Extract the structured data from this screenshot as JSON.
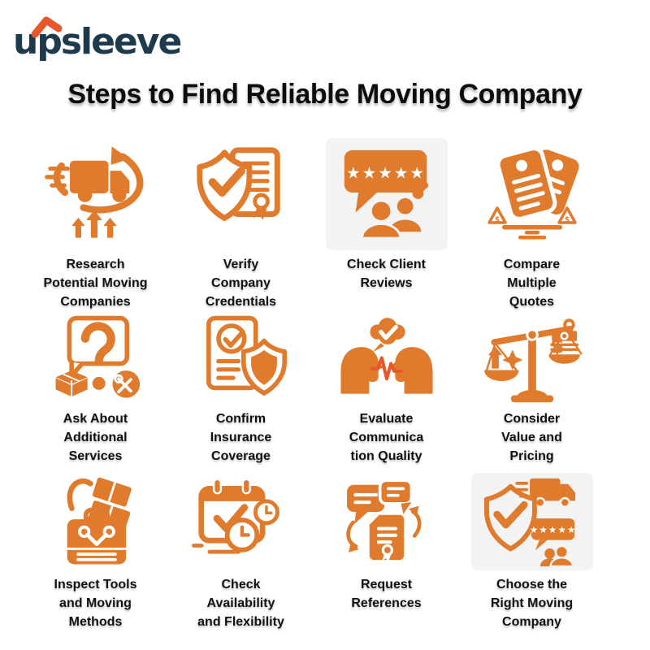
{
  "brand": {
    "logo_text": "upsleeve",
    "logo_color": "#1E3A4D",
    "logo_caret_color": "#E8572B"
  },
  "title": "Steps to Find Reliable Moving Company",
  "theme": {
    "icon_color": "#E07A2C",
    "background": "#FFFFFF",
    "caption_color": "#121212",
    "tile_background": "#F3F3F3"
  },
  "steps": [
    {
      "icon": "moving-truck-research-icon",
      "lines": [
        "Research",
        "Potential Moving",
        "Companies"
      ]
    },
    {
      "icon": "shield-certificate-icon",
      "lines": [
        "Verify",
        "Company",
        "Credentials"
      ]
    },
    {
      "icon": "review-stars-people-icon",
      "lines": [
        "Check Client",
        "Reviews"
      ]
    },
    {
      "icon": "price-tags-scale-icon",
      "lines": [
        "Compare",
        "Multiple",
        "Quotes"
      ]
    },
    {
      "icon": "question-box-tools-icon",
      "lines": [
        "Ask About",
        "Additional",
        "Services"
      ]
    },
    {
      "icon": "document-shield-icon",
      "lines": [
        "Confirm",
        "Insurance",
        "Coverage"
      ]
    },
    {
      "icon": "heads-conversation-icon",
      "lines": [
        "Evaluate",
        "Communica",
        "tion Quality"
      ]
    },
    {
      "icon": "balance-money-icon",
      "lines": [
        "Consider",
        "Value and",
        "Pricing"
      ]
    },
    {
      "icon": "toolbox-dolly-icon",
      "lines": [
        "Inspect Tools",
        "and Moving",
        "Methods"
      ]
    },
    {
      "icon": "calendar-clock-icon",
      "lines": [
        "Check",
        "Availability",
        "and Flexibility"
      ]
    },
    {
      "icon": "chat-document-exchange-icon",
      "lines": [
        "Request",
        "References"
      ]
    },
    {
      "icon": "shield-truck-review-icon",
      "lines": [
        "Choose the",
        "Right Moving",
        "Company"
      ]
    }
  ]
}
